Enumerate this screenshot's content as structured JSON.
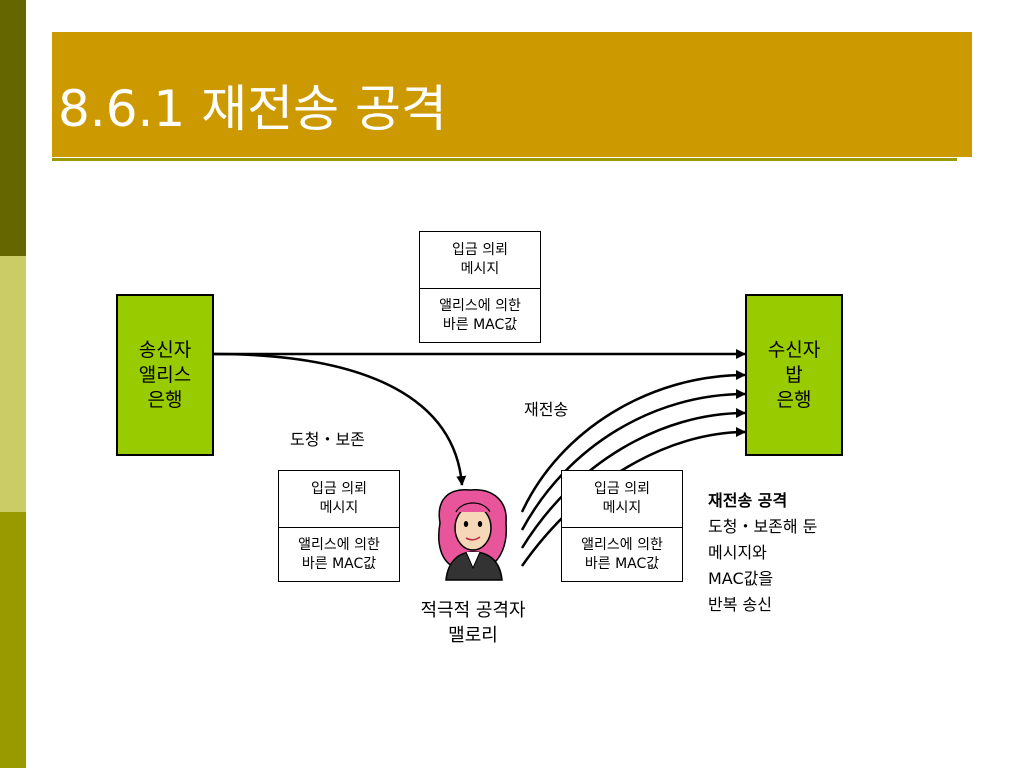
{
  "slide": {
    "title": "8.6.1 재전송 공격"
  },
  "sender": {
    "line1": "송신자",
    "line2": "앨리스",
    "line3": "은행"
  },
  "receiver": {
    "line1": "수신자",
    "line2": "밥",
    "line3": "은행"
  },
  "message_box": {
    "top_line1": "입금 의뢰",
    "top_line2": "메시지",
    "bottom_line1": "앨리스에 의한",
    "bottom_line2": "바른 MAC값"
  },
  "labels": {
    "eavesdrop": "도청・보존",
    "replay": "재전송"
  },
  "attacker": {
    "line1": "적극적 공격자",
    "line2": "맬로리"
  },
  "note": {
    "heading": "재전송 공격",
    "line1": "도청・보존해 둔",
    "line2": "메시지와",
    "line3": "MAC값을",
    "line4": "반복 송신"
  },
  "colors": {
    "title_bar": "#cc9900",
    "node_fill": "#99cc00",
    "sidebar_dark": "#666600",
    "sidebar_light": "#cccc66",
    "sidebar_mid": "#999900"
  }
}
